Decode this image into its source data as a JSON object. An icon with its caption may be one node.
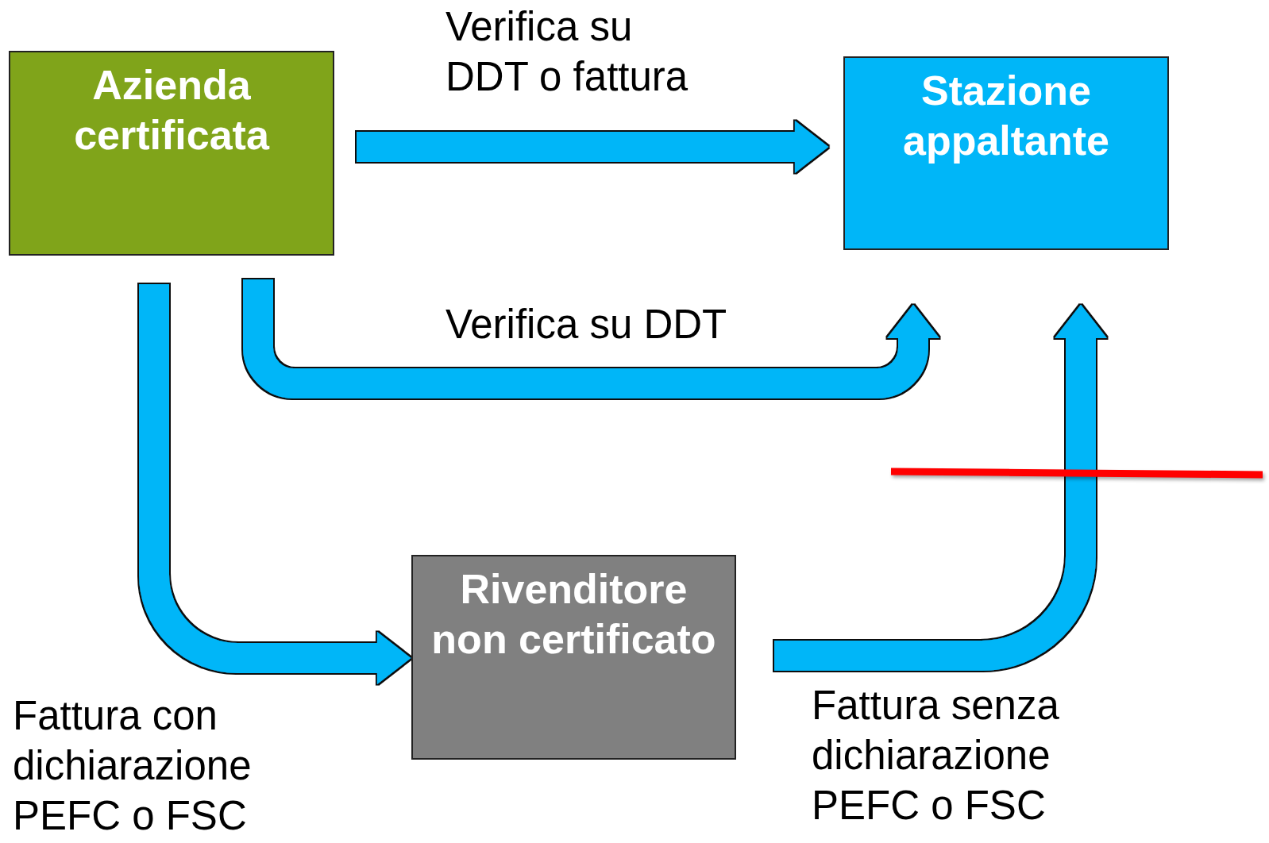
{
  "diagram": {
    "nodes": [
      {
        "text": [
          "Azienda certificata"
        ]
      },
      {
        "text": [
          "Stazione appaltante"
        ]
      },
      {
        "text": [
          "Rivenditore non certificato"
        ]
      }
    ],
    "edges": [
      {
        "from": 0,
        "to": 1,
        "arrow": "to",
        "label": "Verifica su DDT o fattura"
      },
      {
        "from": 0,
        "to": 1,
        "arrow": "to",
        "label": "Verifica su DDT"
      },
      {
        "from": 0,
        "to": 2,
        "arrow": "to",
        "label": "Fattura con dichiarazione PEFC o FSC"
      },
      {
        "from": 2,
        "to": 1,
        "arrow": "to",
        "label": "Fattura senza dichiarazione PEFC o FSC"
      }
    ]
  }
}
